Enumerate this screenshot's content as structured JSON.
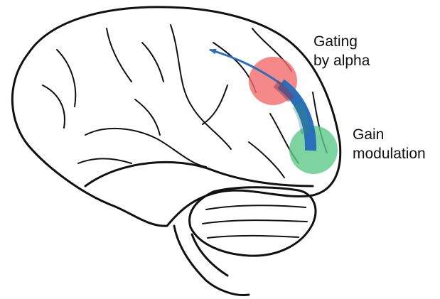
{
  "labels": {
    "gating": {
      "line1": "Gating",
      "line2": "by alpha"
    },
    "gain": {
      "line1": "Gain",
      "line2": "modulation"
    }
  },
  "colors": {
    "outline": "#111111",
    "gating_region": "#f26b6b",
    "gain_region": "#5cc98a",
    "arrow": "#2a6fba",
    "arrow_overlap_gating": "#8a3a58",
    "arrow_overlap_gain": "#2d8a7a"
  }
}
